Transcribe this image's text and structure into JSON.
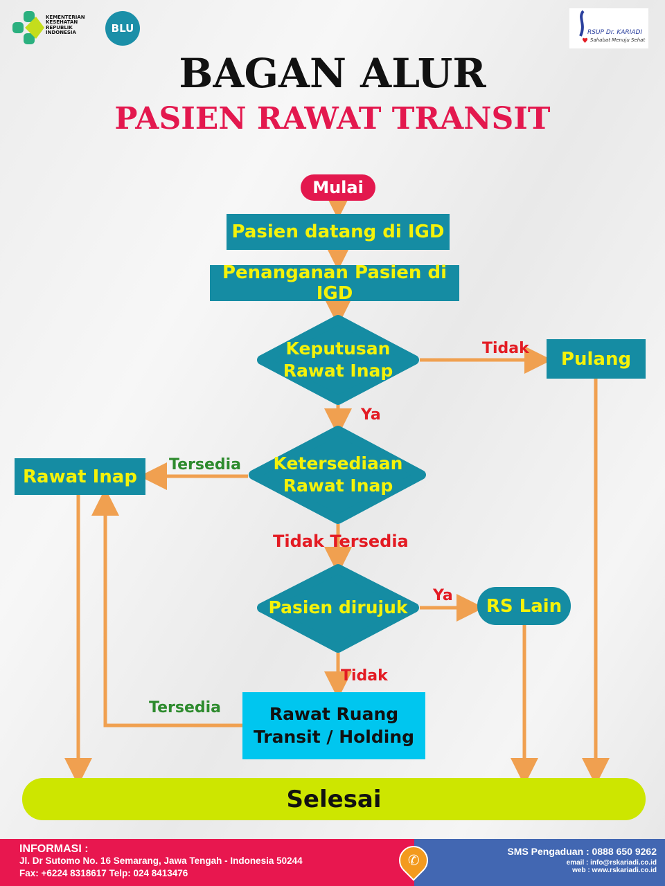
{
  "logos": {
    "kemenkes": "KEMENTERIAN KESEHATAN REPUBLIK INDONESIA",
    "blu": "BLU",
    "rs": "RSUP Dr. KARIADI",
    "rs_tagline": "Sahabat Menuju Sehat"
  },
  "title": {
    "line1": "BAGAN ALUR",
    "line2": "PASIEN RAWAT TRANSIT"
  },
  "flow": {
    "start": "Mulai",
    "step1": "Pasien datang di IGD",
    "step2": "Penanganan Pasien di IGD",
    "decision1": [
      "Keputusan",
      "Rawat Inap"
    ],
    "pulang": "Pulang",
    "decision2": [
      "Ketersediaan",
      "Rawat Inap"
    ],
    "rawat_inap": "Rawat Inap",
    "decision3": "Pasien dirujuk",
    "rs_lain": "RS Lain",
    "transit": [
      "Rawat Ruang",
      "Transit / Holding"
    ],
    "end": "Selesai",
    "labels": {
      "tidak1": "Tidak",
      "ya1": "Ya",
      "tersedia1": "Tersedia",
      "tidak_tersedia": "Tidak Tersedia",
      "ya2": "Ya",
      "tidak2": "Tidak",
      "tersedia2": "Tersedia"
    }
  },
  "footer": {
    "info_title": "INFORMASI  :",
    "address": "Jl. Dr Sutomo No. 16  Semarang, Jawa Tengah - Indonesia 50244",
    "fax": "Fax: +6224 8318617  Telp: 024  8413476",
    "sms": "SMS Pengaduan : 0888 650 9262",
    "email": "email : info@rskariadi.co.id",
    "web": "web : www.rskariadi.co.id"
  },
  "colors": {
    "teal": "#158ca3",
    "yellow_text": "#f4f20a",
    "arrow": "#f0a050",
    "start": "#e3184e",
    "end": "#cde600",
    "transit": "#00c6ef",
    "footer_red": "#e8174f",
    "footer_blue": "#4267b2"
  }
}
